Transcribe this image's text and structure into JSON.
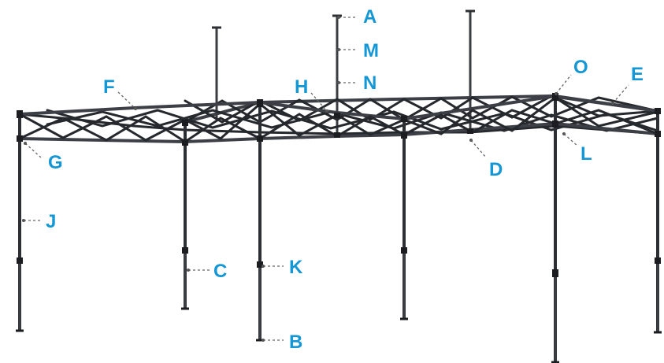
{
  "figure": {
    "callouts": [
      {
        "id": "A",
        "text": "A"
      },
      {
        "id": "M",
        "text": "M"
      },
      {
        "id": "N",
        "text": "N"
      },
      {
        "id": "O",
        "text": "O"
      },
      {
        "id": "E",
        "text": "E"
      },
      {
        "id": "F",
        "text": "F"
      },
      {
        "id": "H",
        "text": "H"
      },
      {
        "id": "G",
        "text": "G"
      },
      {
        "id": "D",
        "text": "D"
      },
      {
        "id": "L",
        "text": "L"
      },
      {
        "id": "J",
        "text": "J"
      },
      {
        "id": "C",
        "text": "C"
      },
      {
        "id": "K",
        "text": "K"
      },
      {
        "id": "B",
        "text": "B"
      }
    ],
    "colors": {
      "label": "#1497d4",
      "frame": "#2c2f33",
      "leader": "#666666"
    }
  }
}
